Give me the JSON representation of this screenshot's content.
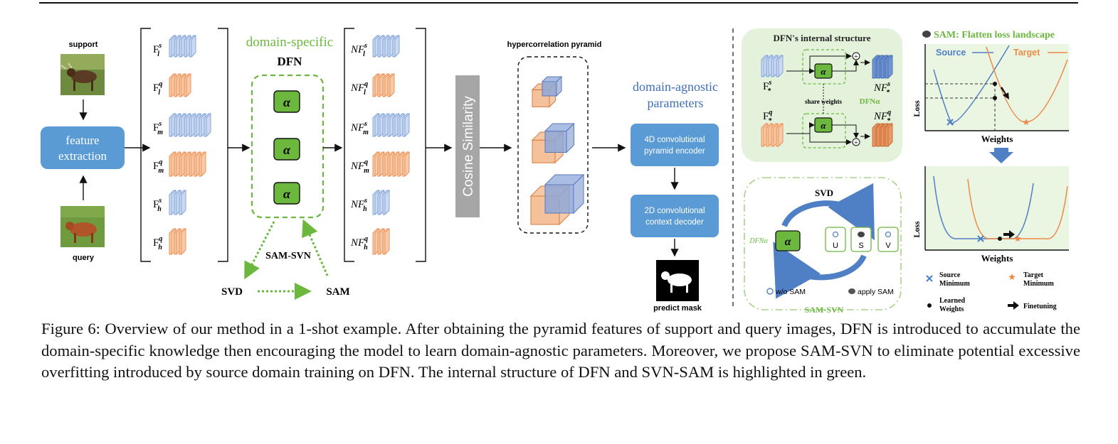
{
  "caption": "Figure 6: Overview of our method in a 1-shot example. After obtaining the pyramid features of support and query images, DFN is introduced to accumulate the domain-specific knowledge then encouraging the model to learn domain-agnostic parameters. Moreover, we propose SAM-SVN to eliminate potential excessive overfitting introduced by source domain training on DFN. The internal structure of DFN and SVN-SAM is highlighted in green.",
  "images": {
    "support_label": "support",
    "query_label": "query",
    "support_subject": "cow-silhouette",
    "query_subject": "cow-silhouette"
  },
  "feature_extraction": {
    "line1": "feature",
    "line2": "extraction"
  },
  "features": {
    "F": "F",
    "NF": "NF",
    "s": "s",
    "q": "q",
    "levels": [
      "l",
      "l",
      "m",
      "m",
      "h",
      "h"
    ],
    "supers": [
      "s",
      "q",
      "s",
      "q",
      "s",
      "q"
    ]
  },
  "dfn": {
    "domain_specific": "domain-specific",
    "title": "DFN",
    "alpha": "α",
    "sam_svn": "SAM-SVN",
    "svd": "SVD",
    "sam": "SAM"
  },
  "cosine": "Cosine Similarity",
  "hypercorrelation": "hypercorrelation pyramid",
  "decoder": {
    "agnostic_line1": "domain-agnostic",
    "agnostic_line2": "parameters",
    "encoder_line1": "4D convolutional",
    "encoder_line2": "pyramid encoder",
    "decoder_line1": "2D convolutional",
    "decoder_line2": "context decoder",
    "predict_mask": "predict mask"
  },
  "internal": {
    "title": "DFN's internal structure",
    "share_weights": "share weights",
    "dfn_alpha": "DFNα",
    "star": "*"
  },
  "samsvn": {
    "svd": "SVD",
    "dfn_alpha": "DFNα",
    "u": "U",
    "s": "S",
    "v": "V",
    "wo_sam": "w/o SAM",
    "apply_sam": "apply SAM",
    "title": "SAM-SVN"
  },
  "landscape": {
    "title": "SAM: Flatten loss landscape",
    "source": "Source",
    "target": "Target",
    "loss": "Loss",
    "weights": "Weights",
    "legend_source_min": [
      "Source",
      "Minimum"
    ],
    "legend_target_min": [
      "Target",
      "Minimum"
    ],
    "legend_learned": [
      "Learned",
      "Weights"
    ],
    "legend_finetune": "Finetuning"
  },
  "colors": {
    "blue": "#7a9fd6",
    "blue_fill": "#c9d8f0",
    "orange": "#ed8a4a",
    "orange_fill": "#f7c8a4",
    "green": "#6cb83f",
    "green_dark": "#2d7d1e",
    "box_blue": "#5b9bd5",
    "gray_bar": "#a6a6a6",
    "panel_green": "#e4f2dc"
  }
}
